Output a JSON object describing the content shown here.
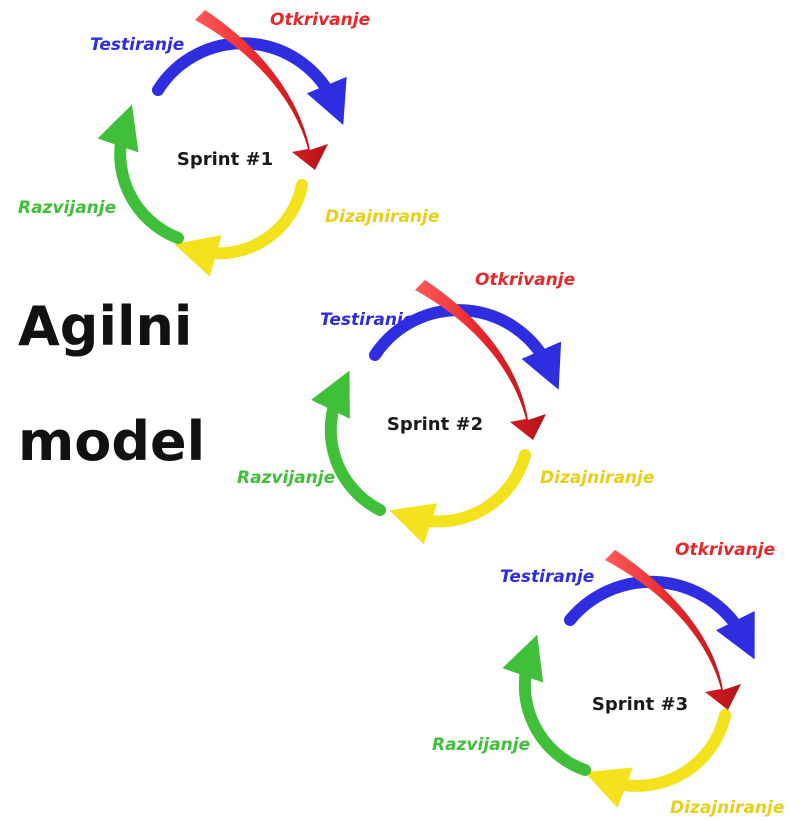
{
  "title": {
    "line1": "Agilni",
    "line2": "model"
  },
  "phases": {
    "discover": "Otkrivanje",
    "design": "Dizajniranje",
    "develop": "Razvijanje",
    "test": "Testiranje"
  },
  "sprints": [
    {
      "label": "Sprint #1"
    },
    {
      "label": "Sprint #2"
    },
    {
      "label": "Sprint #3"
    }
  ],
  "colors": {
    "discover": "#e8262a",
    "design": "#f3e21c",
    "develop": "#3fbf3a",
    "test": "#2e2ee0",
    "design_text": "#e7cf1a",
    "title": "#111111"
  }
}
